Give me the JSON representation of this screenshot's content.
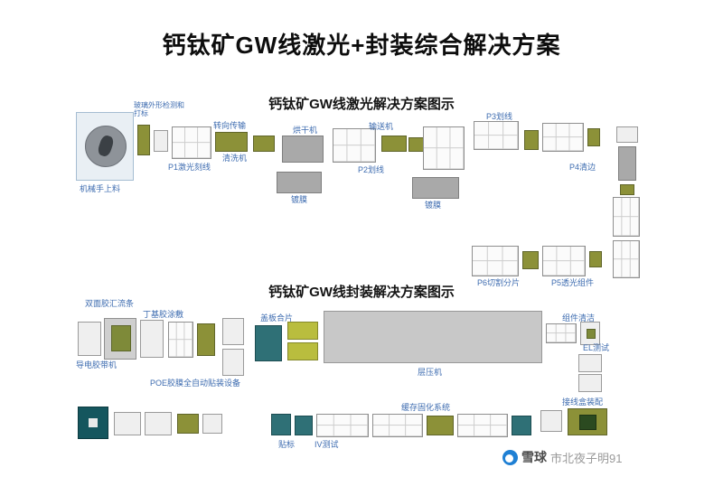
{
  "page": {
    "title": "钙钛矿GW线激光+封装综合解决方案"
  },
  "laser": {
    "title": "钙钛矿GW线激光解决方案图示",
    "labels": {
      "glass_inspect": "玻璃外形检测和打标",
      "robot_load": "机械手上料",
      "p1": "P1激光刻线",
      "turn_transfer": "转向传输",
      "washer": "清洗机",
      "dryer": "烘干机",
      "coating": "镀膜",
      "conveyor": "输送机",
      "p2": "P2划线",
      "p3": "P3划线",
      "p4": "P4清边",
      "p6": "P6切割分片",
      "p5": "P5透光组件"
    }
  },
  "packaging": {
    "title": "钙钛矿GW线封装解决方案图示",
    "labels": {
      "busbar": "双面胶汇流条",
      "butyl": "丁基胶涂敷",
      "cover_merge": "盖板合片",
      "module_clean": "组件清洁",
      "el_test": "EL测试",
      "tape": "导电胶带机",
      "poe": "POE胶膜全自动贴装设备",
      "laminator": "层压机",
      "cache_cure": "缓存固化系统",
      "junction_box": "接线盒装配",
      "labeling": "贴标",
      "iv_test": "IV测试"
    }
  },
  "watermark": {
    "brand": "雪球",
    "user": "市北夜子明91"
  },
  "colors": {
    "label_blue": "#3e6cb0",
    "brand_blue": "#1f80d4"
  }
}
